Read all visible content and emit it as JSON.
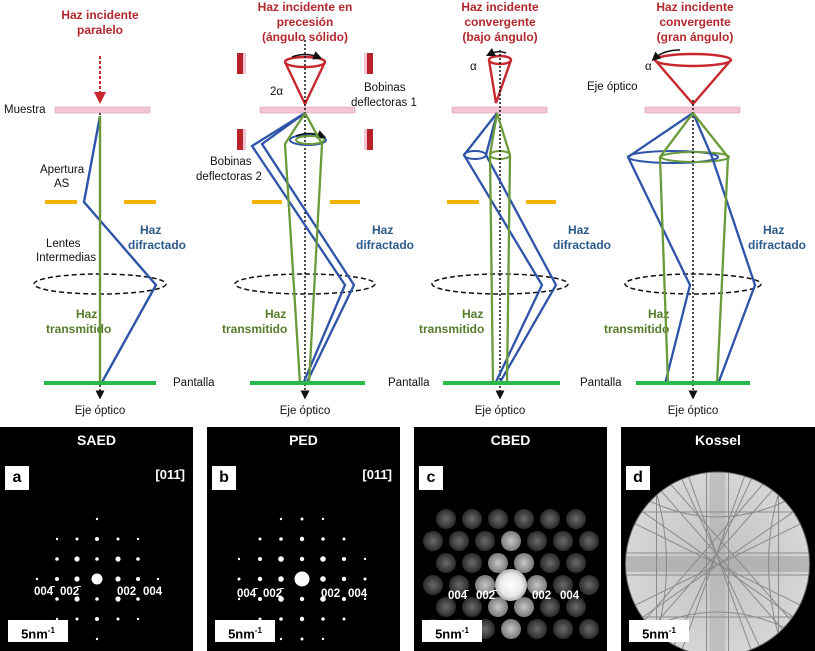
{
  "columns": [
    {
      "title_line1": "Haz incidente",
      "title_line2": "paralelo",
      "title_line3": ""
    },
    {
      "title_line1": "Haz incidente en",
      "title_line2": "precesión",
      "title_line3": "(ángulo sólido)"
    },
    {
      "title_line1": "Haz incidente",
      "title_line2": "convergente",
      "title_line3": "(bajo ángulo)"
    },
    {
      "title_line1": "Haz incidente",
      "title_line2": "convergente",
      "title_line3": "(gran ángulo)"
    }
  ],
  "labels": {
    "muestra": "Muestra",
    "apertura_1": "Apertura",
    "apertura_2": "AS",
    "lentes_1": "Lentes",
    "lentes_2": "Intermedias",
    "haz": "Haz",
    "difractado": "difractado",
    "transmitido": "transmitido",
    "pantalla": "Pantalla",
    "eje_optico": "Eje óptico",
    "bobinas": "Bobinas",
    "deflectoras_1": "deflectoras 1",
    "deflectoras_2": "deflectoras 2",
    "two_alpha": "2α",
    "alpha": "α"
  },
  "panels": [
    {
      "title": "SAED",
      "letter": "a",
      "zone_axis": "[011̄]",
      "scale_value": "5nm",
      "scale_exp": "-1",
      "indices": [
        "004̄",
        "002̄",
        "002",
        "004"
      ]
    },
    {
      "title": "PED",
      "letter": "b",
      "zone_axis": "[011̄]",
      "scale_value": "5nm",
      "scale_exp": "-1",
      "indices": [
        "004̄",
        "002̄",
        "002",
        "004"
      ]
    },
    {
      "title": "CBED",
      "letter": "c",
      "zone_axis": "",
      "scale_value": "5nm",
      "scale_exp": "-1",
      "indices": [
        "004̄",
        "002̄",
        "002",
        "004"
      ]
    },
    {
      "title": "Kossel",
      "letter": "d",
      "zone_axis": "",
      "scale_value": "5nm",
      "scale_exp": "-1",
      "indices": []
    }
  ],
  "colors": {
    "incident": "#c8282d",
    "transmitted": "#6a9a3a",
    "diffracted": "#2d54a8",
    "sample": "#f2c6d4",
    "aperture": "#f0b400",
    "screen": "#2bb84a"
  }
}
